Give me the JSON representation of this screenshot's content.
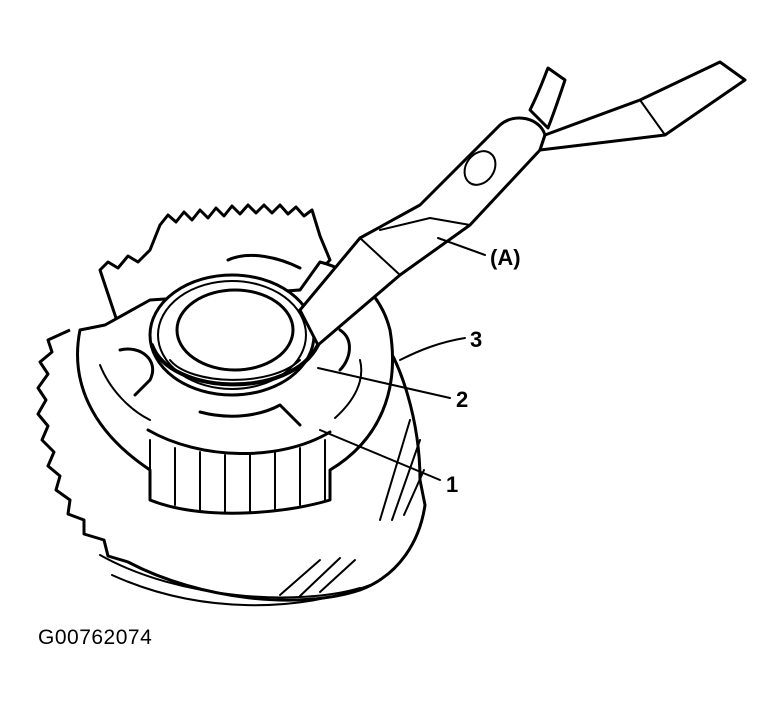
{
  "callouts": {
    "tool": "(A)",
    "part_1": "1",
    "part_2": "2",
    "part_3": "3"
  },
  "figure_code": "G00762074"
}
